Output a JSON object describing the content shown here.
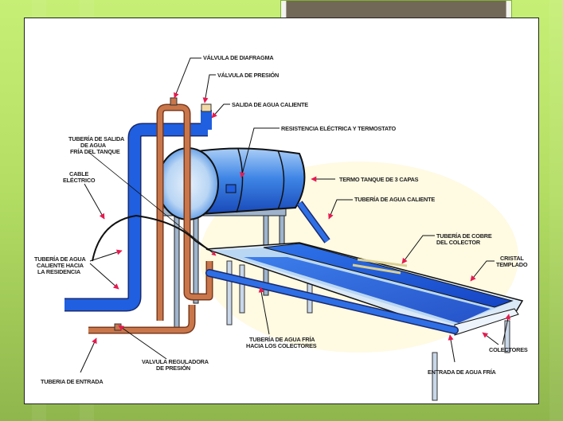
{
  "slide": {
    "title_box_text": "",
    "colors": {
      "background_green": "#b3de63",
      "title_box_fill": "#726858",
      "pipe_blue": "#1f5fe0",
      "copper": "#b8643b",
      "arrow_red": "#e8194f",
      "panel_blue": "#1c55d6"
    }
  },
  "diagram": {
    "labels": {
      "valvula_diafragma": "VÁLVULA DE DIAFRAGMA",
      "valvula_presion": "VÁLVULA DE PRESIÓN",
      "salida_agua_caliente": "SALIDA DE AGUA CALIENTE",
      "resistencia": "RESISTENCIA ELÉCTRICA Y TERMOSTATO",
      "tuberia_salida_fria_1": "TUBERÍA DE SALIDA",
      "tuberia_salida_fria_2": "DE AGUA",
      "tuberia_salida_fria_3": "FRÍA DEL TANQUE",
      "termo_tanque": "TERMO TANQUE DE 3 CAPAS",
      "tuberia_agua_caliente": "TUBERÍA DE AGUA CALIENTE",
      "cable_1": "CABLE",
      "cable_2": "ELÉCTRICO",
      "residencia_1": "TUBERÍA DE AGUA",
      "residencia_2": "CALIENTE HACIA",
      "residencia_3": "LA RESIDENCIA",
      "cobre_1": "TUBERÍA DE COBRE",
      "cobre_2": "DEL COLECTOR",
      "cristal_1": "CRISTAL",
      "cristal_2": "TEMPLADO",
      "fria_colectores_1": "TUBERÍA DE AGUA FRÍA",
      "fria_colectores_2": "HACIA LOS COLECTORES",
      "reguladora_1": "VALVULA REGULADORA",
      "reguladora_2": "DE PRESIÓN",
      "tuberia_entrada": "TUBERIA DE ENTRADA",
      "entrada_fria": "ENTRADA DE AGUA FRÍA",
      "colectores": "COLECTORES"
    }
  }
}
